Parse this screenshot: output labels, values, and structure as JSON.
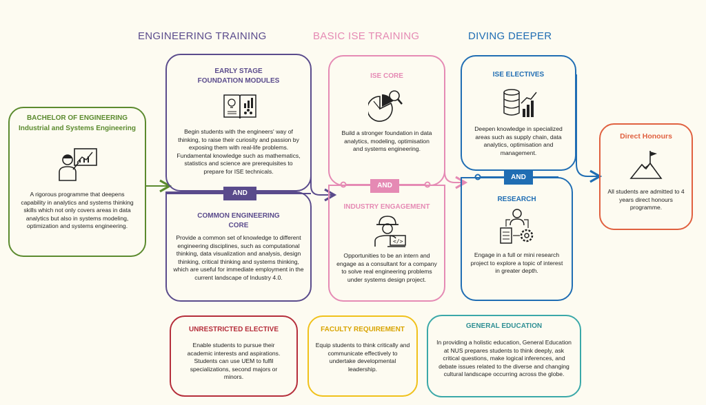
{
  "columns": {
    "engineering": "ENGINEERING TRAINING",
    "basic": "BASIC ISE TRAINING",
    "deeper": "DIVING DEEPER"
  },
  "bachelor": {
    "title_line1": "BACHELOR OF ENGINEERING",
    "title_line2": "Industrial and Systems Engineering",
    "body": "A rigorous programme that deepens capability in analytics and systems thinking skills which not only covers areas in data analytics but also in systems modeling, optimization and systems engineering."
  },
  "early_stage": {
    "title_line1": "EARLY STAGE",
    "title_line2": "FOUNDATION MODULES",
    "body": "Begin students with the engineers' way of thinking, to raise their curiosity and passion by exposing them with real-life problems. Fundamental knowledge such as mathematics, statistics and science are prerequisites to prepare for ISE technicals."
  },
  "common_core": {
    "title_line1": "COMMON ENGINEERING",
    "title_line2": "CORE",
    "body": "Provide a common set of knowledge to different engineering disciplines, such as computational thinking, data visualization and analysis, design thinking, critical thinking and systems thinking, which are useful for immediate employment in the current landscape of Industry 4.0."
  },
  "ise_core": {
    "title": "ISE CORE",
    "body": "Build a stronger foundation in data analytics, modeling, optimisation and systems engineering."
  },
  "industry": {
    "title": "INDUSTRY ENGAGEMENT",
    "body": "Opportunities to be an intern and engage as a consultant for a company to solve real engineering problems under systems design project."
  },
  "electives": {
    "title": "ISE ELECTIVES",
    "body": "Deepen knowledge in specialized areas such as supply chain, data analytics, optimisation and management."
  },
  "research": {
    "title": "RESEARCH",
    "body": "Engage in a full or mini research project to explore a topic of interest in greater depth."
  },
  "honours": {
    "title": "Direct Honours",
    "body": "All students are admitted to 4 years direct honours programme."
  },
  "unrestricted": {
    "title": "UNRESTRICTED ELECTIVE",
    "body": "Enable students to pursue their academic interests and aspirations. Students can use UEM to fulfil specializations, second majors or minors."
  },
  "faculty": {
    "title": "FACULTY REQUIREMENT",
    "body": "Equip students to think critically and communicate effectively to undertake developmental leadership."
  },
  "general": {
    "title": "GENERAL EDUCATION",
    "body": "In providing  a holistic education,  General Education at NUS prepares students to think deeply, ask critical questions, make logical inferences, and debate issues related to the diverse and changing cultural landscape occurring across the globe."
  },
  "connectors": {
    "engineering_and": "AND",
    "basic_and": "AND",
    "deeper_and": "AND"
  },
  "icons": [
    "presenter-icon",
    "book-icon",
    "chart-magnifier-icon",
    "engineer-icon",
    "database-growth-icon",
    "researcher-icon",
    "mountain-flag-icon"
  ],
  "colors": {
    "green": "#5b8a2e",
    "purple": "#5a4b8c",
    "pink": "#e58ab4",
    "blue": "#1f6db3",
    "red": "#e0603f",
    "crimson": "#b52d3a",
    "yellow": "#f0c11a",
    "teal": "#3aa8a8"
  }
}
